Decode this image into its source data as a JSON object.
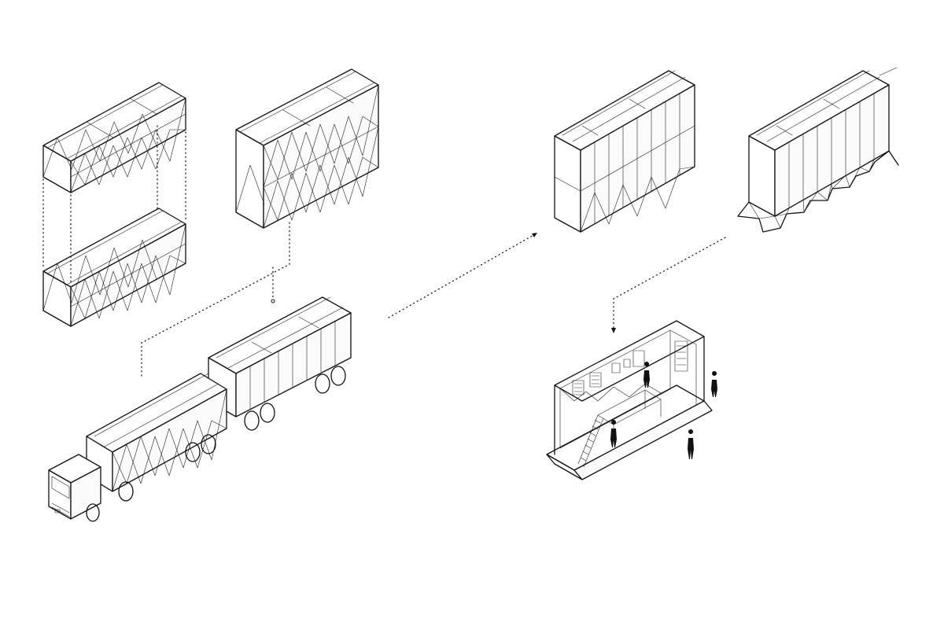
{
  "diagram": {
    "colors": {
      "line": "#111111",
      "background": "#ffffff",
      "figure": "#111111"
    },
    "parts": [
      "truss-module-top",
      "truss-module-bottom",
      "truss-module-double",
      "truck-transport",
      "clad-pavilion",
      "deployed-pavilion",
      "interior-section"
    ]
  }
}
